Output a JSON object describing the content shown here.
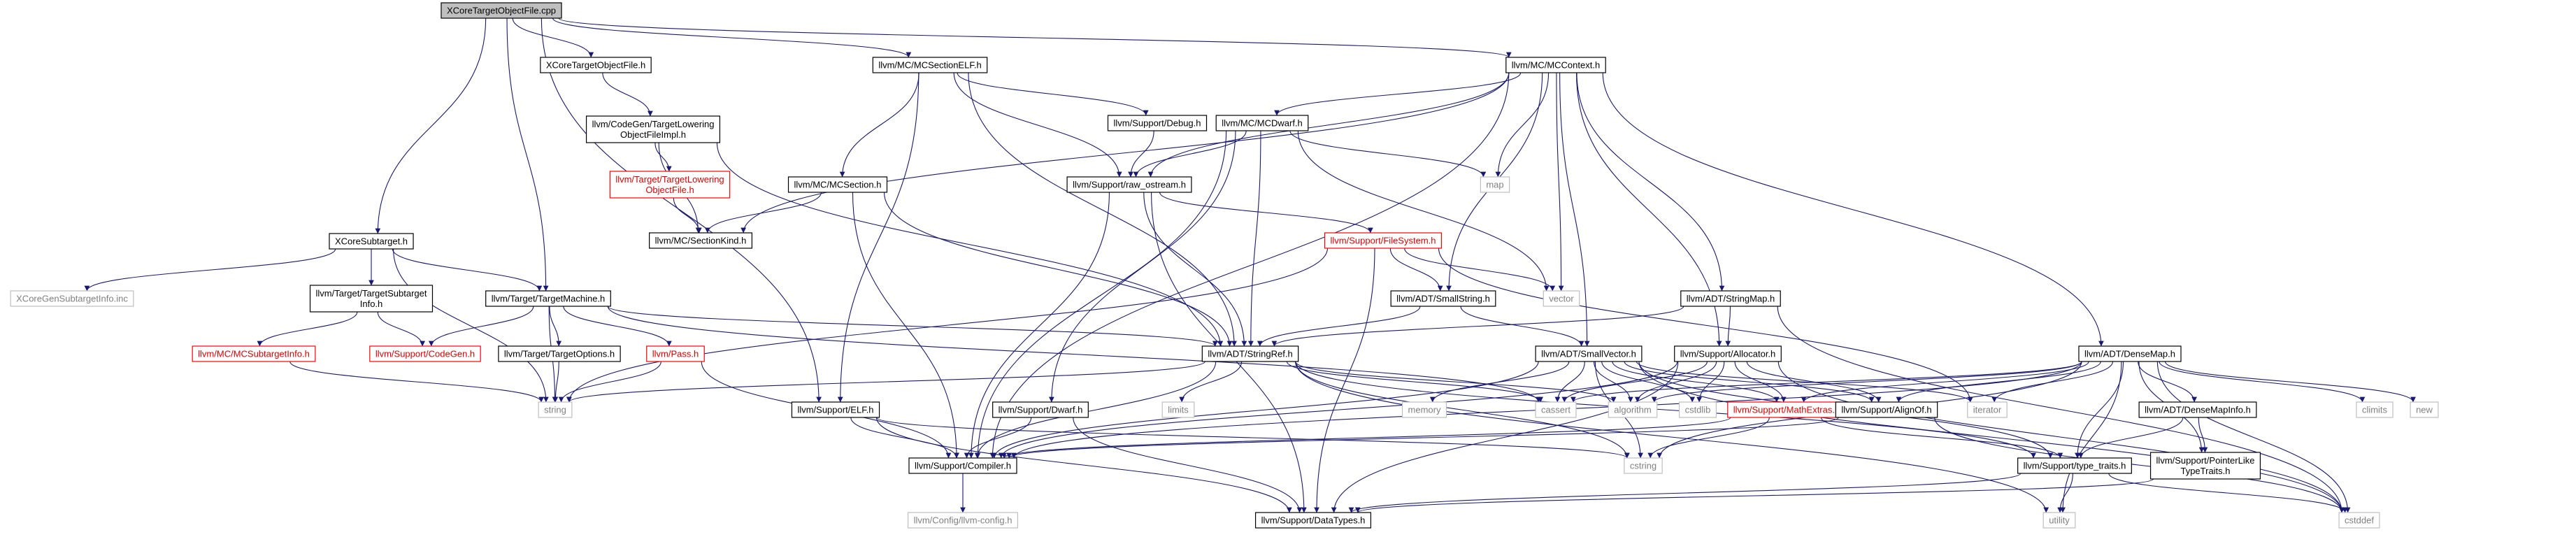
{
  "nodes": {
    "root": {
      "lines": [
        "XCoreTargetObjectFile.cpp"
      ],
      "style": "root"
    },
    "xcore_tof_h": {
      "lines": [
        "XCoreTargetObjectFile.h"
      ],
      "style": "normal"
    },
    "mc_section_elf": {
      "lines": [
        "llvm/MC/MCSectionELF.h"
      ],
      "style": "normal"
    },
    "mc_context": {
      "lines": [
        "llvm/MC/MCContext.h"
      ],
      "style": "normal"
    },
    "codegen_tlof_impl": {
      "lines": [
        "llvm/CodeGen/TargetLowering",
        "ObjectFileImpl.h"
      ],
      "style": "normal"
    },
    "support_debug": {
      "lines": [
        "llvm/Support/Debug.h"
      ],
      "style": "normal"
    },
    "mc_dwarf": {
      "lines": [
        "llvm/MC/MCDwarf.h"
      ],
      "style": "normal"
    },
    "map": {
      "lines": [
        "map"
      ],
      "style": "system"
    },
    "target_tlof": {
      "lines": [
        "llvm/Target/TargetLowering",
        "ObjectFile.h"
      ],
      "style": "truncated"
    },
    "mc_section": {
      "lines": [
        "llvm/MC/MCSection.h"
      ],
      "style": "normal"
    },
    "raw_ostream": {
      "lines": [
        "llvm/Support/raw_ostream.h"
      ],
      "style": "normal"
    },
    "mc_section_kind": {
      "lines": [
        "llvm/MC/SectionKind.h"
      ],
      "style": "normal"
    },
    "xcore_subtarget": {
      "lines": [
        "XCoreSubtarget.h"
      ],
      "style": "normal"
    },
    "file_system": {
      "lines": [
        "llvm/Support/FileSystem.h"
      ],
      "style": "truncated"
    },
    "vector": {
      "lines": [
        "vector"
      ],
      "style": "system"
    },
    "xcore_gen_subtarget": {
      "lines": [
        "XCoreGenSubtargetInfo.inc"
      ],
      "style": "system"
    },
    "target_subtarget_info": {
      "lines": [
        "llvm/Target/TargetSubtarget",
        "Info.h"
      ],
      "style": "normal"
    },
    "target_machine": {
      "lines": [
        "llvm/Target/TargetMachine.h"
      ],
      "style": "normal"
    },
    "small_string": {
      "lines": [
        "llvm/ADT/SmallString.h"
      ],
      "style": "normal"
    },
    "string_map": {
      "lines": [
        "llvm/ADT/StringMap.h"
      ],
      "style": "normal"
    },
    "mc_subtarget_info": {
      "lines": [
        "llvm/MC/MCSubtargetInfo.h"
      ],
      "style": "truncated"
    },
    "support_codegen": {
      "lines": [
        "llvm/Support/CodeGen.h"
      ],
      "style": "truncated"
    },
    "target_options": {
      "lines": [
        "llvm/Target/TargetOptions.h"
      ],
      "style": "normal"
    },
    "pass": {
      "lines": [
        "llvm/Pass.h"
      ],
      "style": "truncated"
    },
    "string_ref": {
      "lines": [
        "llvm/ADT/StringRef.h"
      ],
      "style": "normal"
    },
    "small_vector": {
      "lines": [
        "llvm/ADT/SmallVector.h"
      ],
      "style": "normal"
    },
    "allocator": {
      "lines": [
        "llvm/Support/Allocator.h"
      ],
      "style": "normal"
    },
    "dense_map": {
      "lines": [
        "llvm/ADT/DenseMap.h"
      ],
      "style": "normal"
    },
    "string": {
      "lines": [
        "string"
      ],
      "style": "system"
    },
    "support_elf": {
      "lines": [
        "llvm/Support/ELF.h"
      ],
      "style": "normal"
    },
    "limits": {
      "lines": [
        "limits"
      ],
      "style": "system"
    },
    "support_dwarf": {
      "lines": [
        "llvm/Support/Dwarf.h"
      ],
      "style": "normal"
    },
    "memory": {
      "lines": [
        "memory"
      ],
      "style": "system"
    },
    "cassert": {
      "lines": [
        "cassert"
      ],
      "style": "system"
    },
    "algorithm": {
      "lines": [
        "algorithm"
      ],
      "style": "system"
    },
    "cstdlib": {
      "lines": [
        "cstdlib"
      ],
      "style": "system"
    },
    "math_extras": {
      "lines": [
        "llvm/Support/MathExtras.h"
      ],
      "style": "truncated"
    },
    "align_of": {
      "lines": [
        "llvm/Support/AlignOf.h"
      ],
      "style": "normal"
    },
    "iterator": {
      "lines": [
        "iterator"
      ],
      "style": "system"
    },
    "dense_map_info": {
      "lines": [
        "llvm/ADT/DenseMapInfo.h"
      ],
      "style": "normal"
    },
    "climits": {
      "lines": [
        "climits"
      ],
      "style": "system"
    },
    "new": {
      "lines": [
        "new"
      ],
      "style": "system"
    },
    "support_compiler": {
      "lines": [
        "llvm/Support/Compiler.h"
      ],
      "style": "normal"
    },
    "cstring": {
      "lines": [
        "cstring"
      ],
      "style": "system"
    },
    "type_traits": {
      "lines": [
        "llvm/Support/type_traits.h"
      ],
      "style": "normal"
    },
    "pointer_like": {
      "lines": [
        "llvm/Support/PointerLike",
        "TypeTraits.h"
      ],
      "style": "normal"
    },
    "llvm_config": {
      "lines": [
        "llvm/Config/llvm-config.h"
      ],
      "style": "system"
    },
    "data_types": {
      "lines": [
        "llvm/Support/DataTypes.h"
      ],
      "style": "normal"
    },
    "utility": {
      "lines": [
        "utility"
      ],
      "style": "system"
    },
    "cstddef": {
      "lines": [
        "cstddef"
      ],
      "style": "system"
    }
  },
  "edges": [
    [
      "root",
      "xcore_tof_h"
    ],
    [
      "root",
      "mc_section_elf"
    ],
    [
      "root",
      "mc_context"
    ],
    [
      "root",
      "xcore_subtarget"
    ],
    [
      "root",
      "target_machine"
    ],
    [
      "root",
      "support_elf"
    ],
    [
      "xcore_tof_h",
      "codegen_tlof_impl"
    ],
    [
      "codegen_tlof_impl",
      "target_tlof"
    ],
    [
      "codegen_tlof_impl",
      "mc_section_kind"
    ],
    [
      "codegen_tlof_impl",
      "string_ref"
    ],
    [
      "target_tlof",
      "mc_section_kind"
    ],
    [
      "mc_section_elf",
      "mc_section"
    ],
    [
      "mc_section_elf",
      "support_debug"
    ],
    [
      "mc_section_elf",
      "raw_ostream"
    ],
    [
      "mc_section_elf",
      "support_elf"
    ],
    [
      "mc_section_elf",
      "string_ref"
    ],
    [
      "mc_context",
      "mc_dwarf"
    ],
    [
      "mc_context",
      "raw_ostream"
    ],
    [
      "mc_context",
      "mc_section_kind"
    ],
    [
      "mc_context",
      "map"
    ],
    [
      "mc_context",
      "vector"
    ],
    [
      "mc_context",
      "small_string"
    ],
    [
      "mc_context",
      "string_map"
    ],
    [
      "mc_context",
      "allocator"
    ],
    [
      "mc_context",
      "dense_map"
    ],
    [
      "mc_context",
      "small_vector"
    ],
    [
      "mc_context",
      "support_compiler"
    ],
    [
      "support_debug",
      "raw_ostream"
    ],
    [
      "mc_dwarf",
      "raw_ostream"
    ],
    [
      "mc_dwarf",
      "string_ref"
    ],
    [
      "mc_dwarf",
      "support_dwarf"
    ],
    [
      "mc_dwarf",
      "support_compiler"
    ],
    [
      "mc_dwarf",
      "vector"
    ],
    [
      "mc_dwarf",
      "map"
    ],
    [
      "mc_section",
      "mc_section_kind"
    ],
    [
      "mc_section",
      "string_ref"
    ],
    [
      "mc_section",
      "support_compiler"
    ],
    [
      "raw_ostream",
      "string_ref"
    ],
    [
      "raw_ostream",
      "support_compiler"
    ],
    [
      "raw_ostream",
      "data_types"
    ],
    [
      "raw_ostream",
      "file_system"
    ],
    [
      "file_system",
      "small_string"
    ],
    [
      "file_system",
      "vector"
    ],
    [
      "file_system",
      "data_types"
    ],
    [
      "file_system",
      "string"
    ],
    [
      "file_system",
      "iterator"
    ],
    [
      "xcore_subtarget",
      "xcore_gen_subtarget"
    ],
    [
      "xcore_subtarget",
      "target_subtarget_info"
    ],
    [
      "xcore_subtarget",
      "target_machine"
    ],
    [
      "xcore_subtarget",
      "string"
    ],
    [
      "target_subtarget_info",
      "mc_subtarget_info"
    ],
    [
      "target_subtarget_info",
      "support_codegen"
    ],
    [
      "mc_subtarget_info",
      "string"
    ],
    [
      "target_machine",
      "string_ref"
    ],
    [
      "target_machine",
      "support_codegen"
    ],
    [
      "target_machine",
      "target_options"
    ],
    [
      "target_machine",
      "pass"
    ],
    [
      "target_machine",
      "string"
    ],
    [
      "target_machine",
      "cassert"
    ],
    [
      "target_options",
      "string"
    ],
    [
      "pass",
      "string"
    ],
    [
      "pass",
      "support_compiler"
    ],
    [
      "small_string",
      "small_vector"
    ],
    [
      "small_string",
      "string_ref"
    ],
    [
      "string_map",
      "string_ref"
    ],
    [
      "string_map",
      "allocator"
    ],
    [
      "string_map",
      "cstddef"
    ],
    [
      "string_ref",
      "string"
    ],
    [
      "string_ref",
      "limits"
    ],
    [
      "string_ref",
      "algorithm"
    ],
    [
      "string_ref",
      "cassert"
    ],
    [
      "string_ref",
      "cstring"
    ],
    [
      "string_ref",
      "type_traits"
    ],
    [
      "string_ref",
      "utility"
    ],
    [
      "string_ref",
      "support_compiler"
    ],
    [
      "small_vector",
      "algorithm"
    ],
    [
      "small_vector",
      "memory"
    ],
    [
      "small_vector",
      "cassert"
    ],
    [
      "small_vector",
      "cstdlib"
    ],
    [
      "small_vector",
      "math_extras"
    ],
    [
      "small_vector",
      "align_of"
    ],
    [
      "small_vector",
      "iterator"
    ],
    [
      "small_vector",
      "support_compiler"
    ],
    [
      "small_vector",
      "cstring"
    ],
    [
      "small_vector",
      "type_traits"
    ],
    [
      "small_vector",
      "cstddef"
    ],
    [
      "allocator",
      "cassert"
    ],
    [
      "allocator",
      "algorithm"
    ],
    [
      "allocator",
      "cstdlib"
    ],
    [
      "allocator",
      "math_extras"
    ],
    [
      "allocator",
      "align_of"
    ],
    [
      "allocator",
      "data_types"
    ],
    [
      "allocator",
      "support_compiler"
    ],
    [
      "allocator",
      "cstddef"
    ],
    [
      "dense_map",
      "cassert"
    ],
    [
      "dense_map",
      "algorithm"
    ],
    [
      "dense_map",
      "iterator"
    ],
    [
      "dense_map",
      "math_extras"
    ],
    [
      "dense_map",
      "align_of"
    ],
    [
      "dense_map",
      "dense_map_info"
    ],
    [
      "dense_map",
      "pointer_like"
    ],
    [
      "dense_map",
      "type_traits"
    ],
    [
      "dense_map",
      "climits"
    ],
    [
      "dense_map",
      "new"
    ],
    [
      "dense_map",
      "cstring"
    ],
    [
      "dense_map",
      "utility"
    ],
    [
      "dense_map",
      "cstddef"
    ],
    [
      "dense_map",
      "support_compiler"
    ],
    [
      "support_elf",
      "support_compiler"
    ],
    [
      "support_elf",
      "data_types"
    ],
    [
      "support_elf",
      "cstring"
    ],
    [
      "support_dwarf",
      "support_compiler"
    ],
    [
      "support_dwarf",
      "data_types"
    ],
    [
      "math_extras",
      "support_compiler"
    ],
    [
      "math_extras",
      "cstring"
    ],
    [
      "math_extras",
      "type_traits"
    ],
    [
      "align_of",
      "support_compiler"
    ],
    [
      "align_of",
      "cstddef"
    ],
    [
      "dense_map_info",
      "pointer_like"
    ],
    [
      "dense_map_info",
      "type_traits"
    ],
    [
      "pointer_like",
      "data_types"
    ],
    [
      "support_compiler",
      "llvm_config"
    ],
    [
      "type_traits",
      "utility"
    ],
    [
      "type_traits",
      "data_types"
    ],
    [
      "type_traits",
      "cstddef"
    ]
  ],
  "colors": {
    "edge": "#191970",
    "node_border": "#000000",
    "root_fill": "#bfbfbf",
    "truncated_border": "#ff0000",
    "system_border": "#bfbfbf",
    "system_text": "#808080",
    "text": "#000000",
    "truncated_text": "#e00000"
  }
}
